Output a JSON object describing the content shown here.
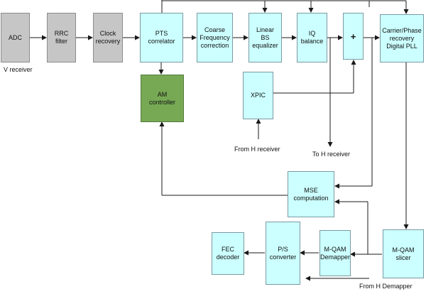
{
  "blocks": {
    "adc": "ADC",
    "rrc": "RRC\nfilter",
    "clock": "Clock\nrecovery",
    "pts": "PTS\ncorrelator",
    "coarse": "Coarse\nFrequency\ncorrection",
    "linear": "Linear\nBS\nequalizer",
    "iq": "IQ\nbalance",
    "adder": "+",
    "carrier": "Carrier/Phase\nrecovery\nDigital PLL",
    "am": "AM\ncontroller",
    "xpic": "XPIC",
    "mse": "MSE\ncomputation",
    "slicer": "M-QAM\nslicer",
    "demapper": "M-QAM\nDemapper",
    "ps": "P/S\nconverter",
    "fec": "FEC\ndecoder"
  },
  "labels": {
    "v_receiver": "V receiver",
    "from_h_receiver": "From H receiver",
    "to_h_receiver": "To H receiver",
    "from_h_demapper": "From H Demapper"
  },
  "colors": {
    "gray_block": "#c6c6c6",
    "cyan_block": "#ccffff",
    "green_block": "#77a955",
    "line": "#1a1a1a"
  }
}
